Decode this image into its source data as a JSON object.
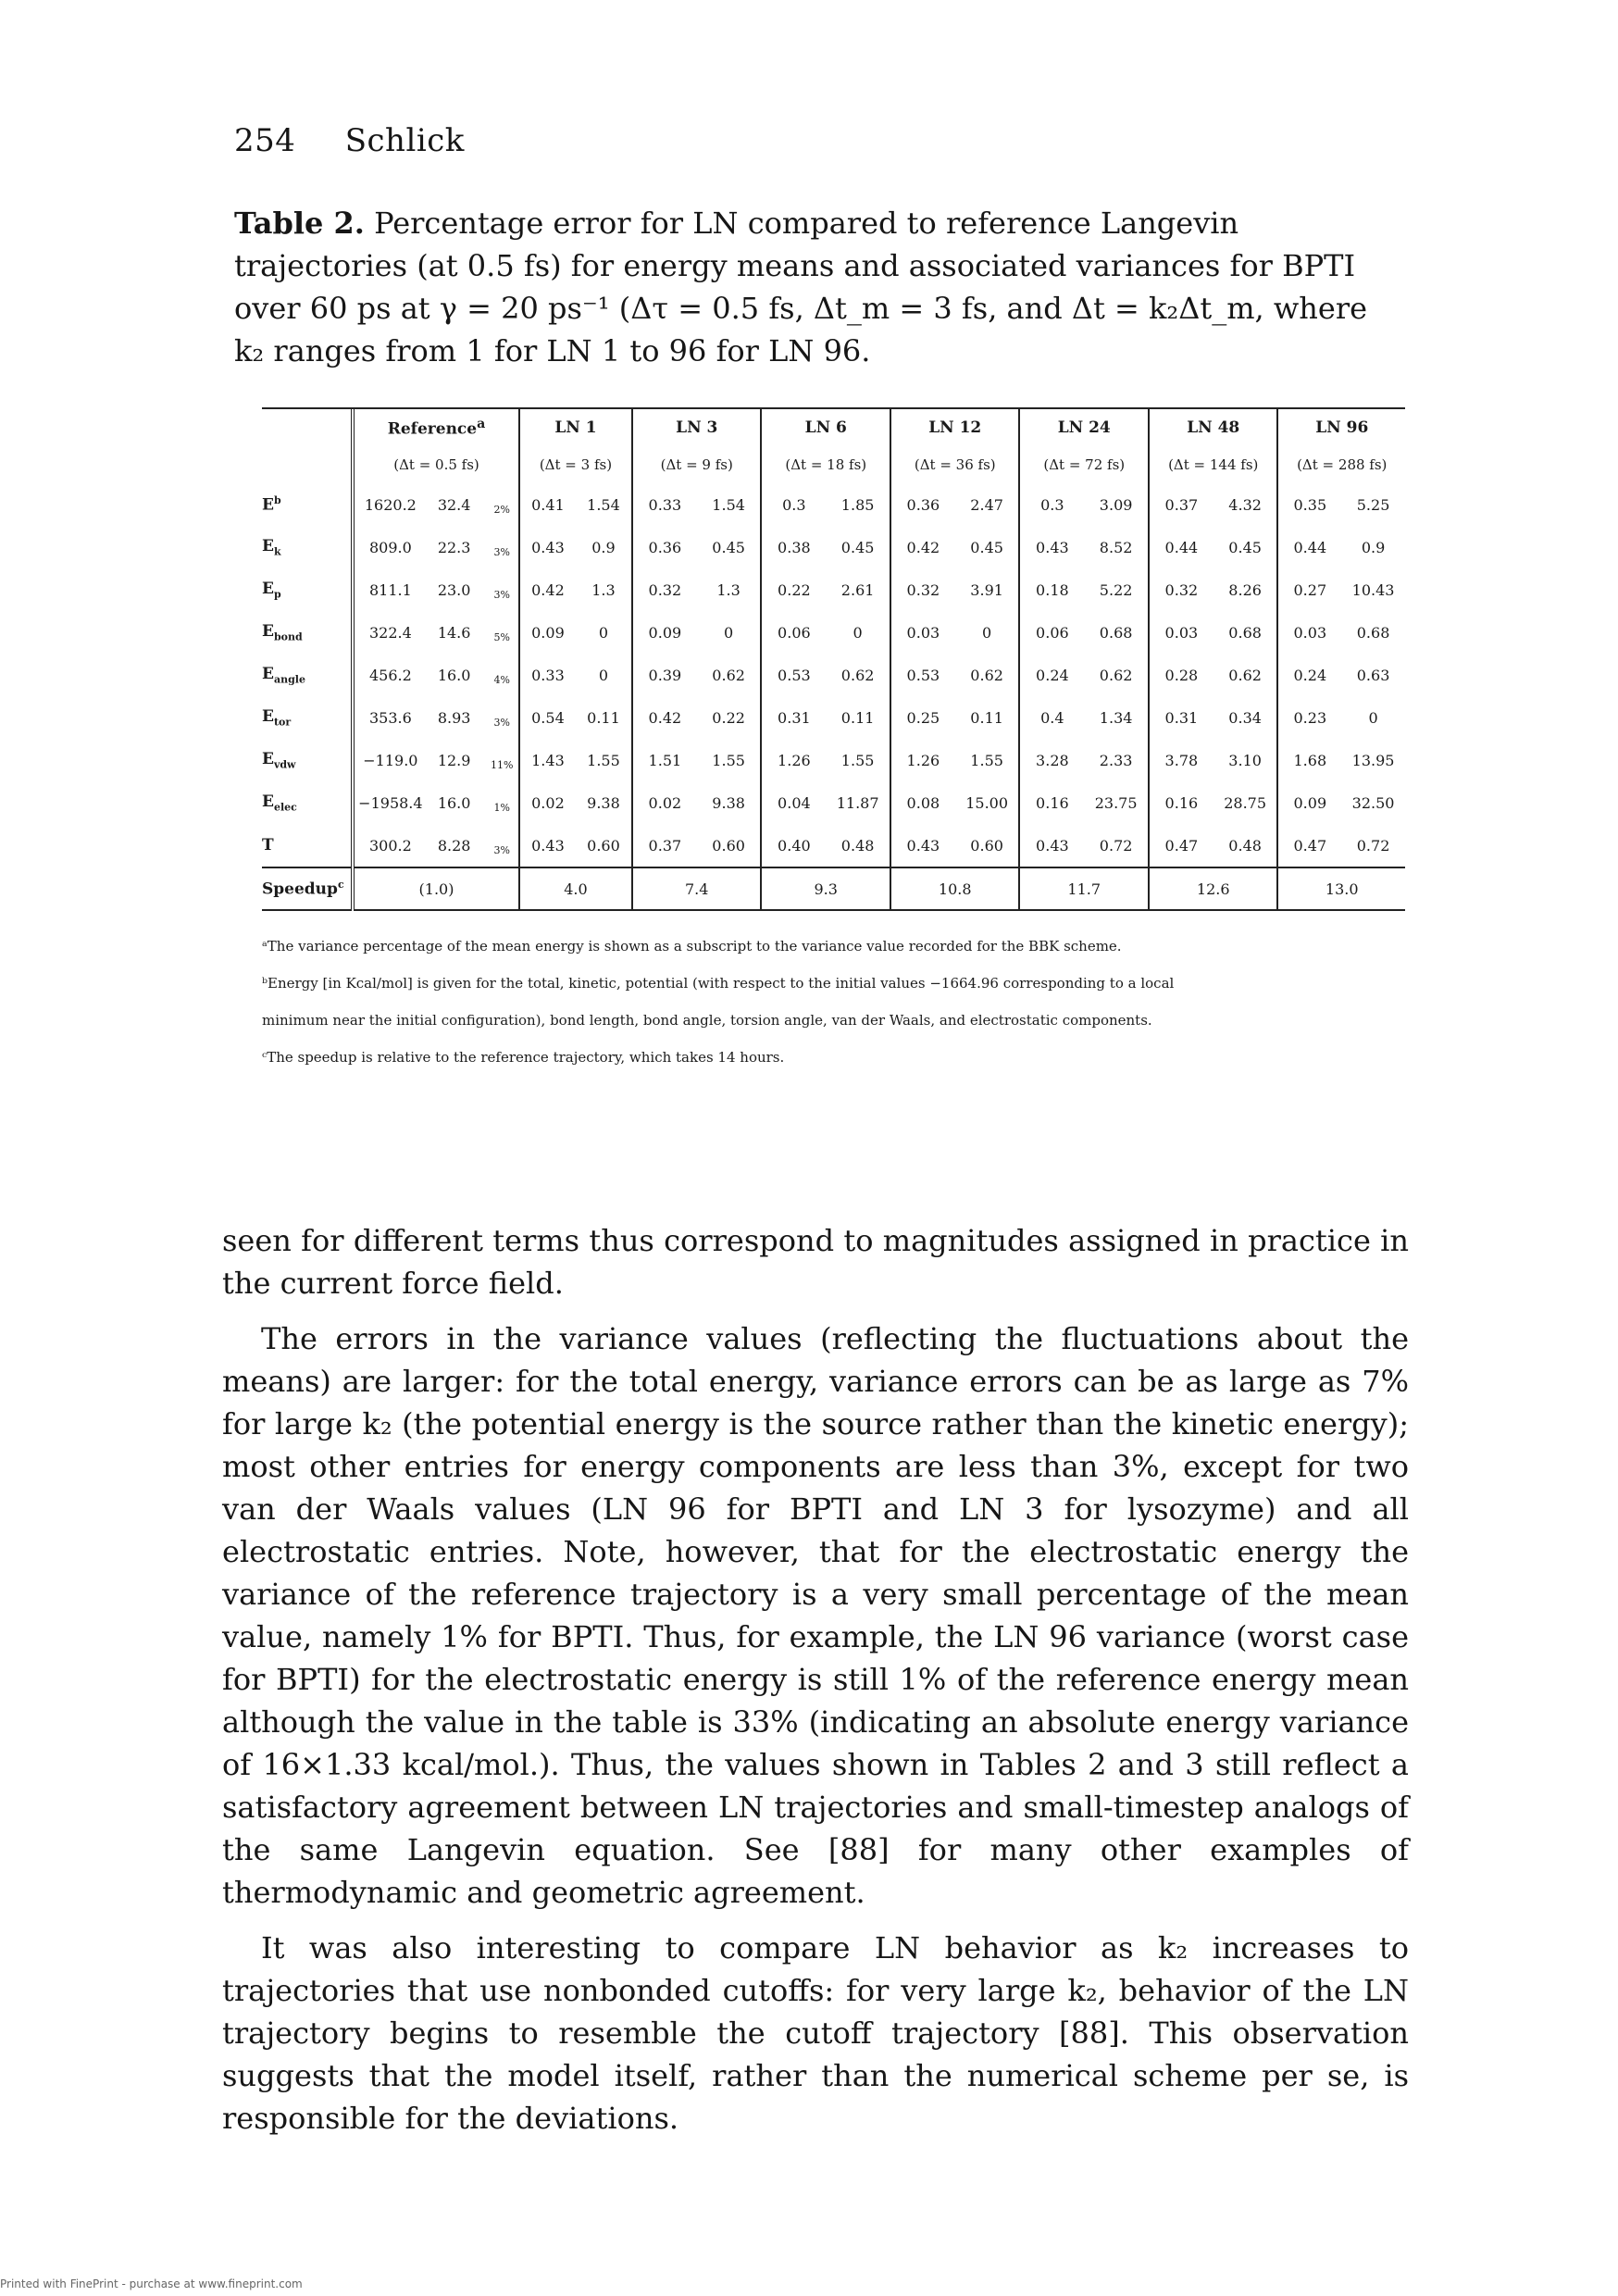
{
  "header": {
    "page_number": "254",
    "author": "Schlick"
  },
  "caption": {
    "label": "Table 2.",
    "text": "Percentage error for LN compared to reference Langevin trajectories (at 0.5 fs) for energy means and associated variances for BPTI over 60 ps at γ = 20 ps⁻¹ (Δτ = 0.5 fs, Δt_m = 3 fs, and Δt = k₂Δt_m, where k₂ ranges from 1 for LN 1 to 96 for LN 96."
  },
  "table": {
    "column_groups": [
      {
        "name": "Reference",
        "mark": "a",
        "dt": "(Δt = 0.5 fs)"
      },
      {
        "name": "LN 1",
        "dt": "(Δt = 3 fs)"
      },
      {
        "name": "LN 3",
        "dt": "(Δt = 9 fs)"
      },
      {
        "name": "LN 6",
        "dt": "(Δt = 18 fs)"
      },
      {
        "name": "LN 12",
        "dt": "(Δt = 36 fs)"
      },
      {
        "name": "LN 24",
        "dt": "(Δt = 72 fs)"
      },
      {
        "name": "LN 48",
        "dt": "(Δt = 144 fs)"
      },
      {
        "name": "LN 96",
        "dt": "(Δt = 288 fs)"
      }
    ],
    "rows": [
      {
        "label": "E",
        "sub": "",
        "sup": "b",
        "ref": [
          "1620.2",
          "32.4",
          "2%"
        ],
        "ln": [
          [
            "0.41",
            "1.54"
          ],
          [
            "0.33",
            "1.54"
          ],
          [
            "0.3",
            "1.85"
          ],
          [
            "0.36",
            "2.47"
          ],
          [
            "0.3",
            "3.09"
          ],
          [
            "0.37",
            "4.32"
          ],
          [
            "0.35",
            "5.25"
          ]
        ]
      },
      {
        "label": "E",
        "sub": "k",
        "sup": "",
        "ref": [
          "809.0",
          "22.3",
          "3%"
        ],
        "ln": [
          [
            "0.43",
            "0.9"
          ],
          [
            "0.36",
            "0.45"
          ],
          [
            "0.38",
            "0.45"
          ],
          [
            "0.42",
            "0.45"
          ],
          [
            "0.43",
            "8.52"
          ],
          [
            "0.44",
            "0.45"
          ],
          [
            "0.44",
            "0.9"
          ]
        ]
      },
      {
        "label": "E",
        "sub": "p",
        "sup": "",
        "ref": [
          "811.1",
          "23.0",
          "3%"
        ],
        "ln": [
          [
            "0.42",
            "1.3"
          ],
          [
            "0.32",
            "1.3"
          ],
          [
            "0.22",
            "2.61"
          ],
          [
            "0.32",
            "3.91"
          ],
          [
            "0.18",
            "5.22"
          ],
          [
            "0.32",
            "8.26"
          ],
          [
            "0.27",
            "10.43"
          ]
        ]
      },
      {
        "label": "E",
        "sub": "bond",
        "sup": "",
        "ref": [
          "322.4",
          "14.6",
          "5%"
        ],
        "ln": [
          [
            "0.09",
            "0"
          ],
          [
            "0.09",
            "0"
          ],
          [
            "0.06",
            "0"
          ],
          [
            "0.03",
            "0"
          ],
          [
            "0.06",
            "0.68"
          ],
          [
            "0.03",
            "0.68"
          ],
          [
            "0.03",
            "0.68"
          ]
        ]
      },
      {
        "label": "E",
        "sub": "angle",
        "sup": "",
        "ref": [
          "456.2",
          "16.0",
          "4%"
        ],
        "ln": [
          [
            "0.33",
            "0"
          ],
          [
            "0.39",
            "0.62"
          ],
          [
            "0.53",
            "0.62"
          ],
          [
            "0.53",
            "0.62"
          ],
          [
            "0.24",
            "0.62"
          ],
          [
            "0.28",
            "0.62"
          ],
          [
            "0.24",
            "0.63"
          ]
        ]
      },
      {
        "label": "E",
        "sub": "tor",
        "sup": "",
        "ref": [
          "353.6",
          "8.93",
          "3%"
        ],
        "ln": [
          [
            "0.54",
            "0.11"
          ],
          [
            "0.42",
            "0.22"
          ],
          [
            "0.31",
            "0.11"
          ],
          [
            "0.25",
            "0.11"
          ],
          [
            "0.4",
            "1.34"
          ],
          [
            "0.31",
            "0.34"
          ],
          [
            "0.23",
            "0"
          ]
        ]
      },
      {
        "label": "E",
        "sub": "vdw",
        "sup": "",
        "ref": [
          "−119.0",
          "12.9",
          "11%"
        ],
        "ln": [
          [
            "1.43",
            "1.55"
          ],
          [
            "1.51",
            "1.55"
          ],
          [
            "1.26",
            "1.55"
          ],
          [
            "1.26",
            "1.55"
          ],
          [
            "3.28",
            "2.33"
          ],
          [
            "3.78",
            "3.10"
          ],
          [
            "1.68",
            "13.95"
          ]
        ]
      },
      {
        "label": "E",
        "sub": "elec",
        "sup": "",
        "ref": [
          "−1958.4",
          "16.0",
          "1%"
        ],
        "ln": [
          [
            "0.02",
            "9.38"
          ],
          [
            "0.02",
            "9.38"
          ],
          [
            "0.04",
            "11.87"
          ],
          [
            "0.08",
            "15.00"
          ],
          [
            "0.16",
            "23.75"
          ],
          [
            "0.16",
            "28.75"
          ],
          [
            "0.09",
            "32.50"
          ]
        ]
      },
      {
        "label": "T",
        "sub": "",
        "sup": "",
        "ref": [
          "300.2",
          "8.28",
          "3%"
        ],
        "ln": [
          [
            "0.43",
            "0.60"
          ],
          [
            "0.37",
            "0.60"
          ],
          [
            "0.40",
            "0.48"
          ],
          [
            "0.43",
            "0.60"
          ],
          [
            "0.43",
            "0.72"
          ],
          [
            "0.47",
            "0.48"
          ],
          [
            "0.47",
            "0.72"
          ]
        ]
      }
    ],
    "speedup": {
      "label": "Speedup",
      "sup": "c",
      "values": [
        "(1.0)",
        "4.0",
        "7.4",
        "9.3",
        "10.8",
        "11.7",
        "12.6",
        "13.0"
      ]
    }
  },
  "footnotes": {
    "a": "ᵃThe variance percentage of the mean energy is shown as a subscript to the variance value recorded for the BBK scheme.",
    "b1": "ᵇEnergy [in Kcal/mol] is given for the total, kinetic, potential (with respect to the initial values −1664.96 corresponding to a local",
    "b2": "minimum near the initial configuration), bond length, bond angle, torsion angle, van der Waals, and electrostatic components.",
    "c": "ᶜThe speedup is relative to the reference trajectory, which takes 14 hours."
  },
  "body": {
    "p1": "seen for different terms thus correspond to magnitudes assigned in practice in the current force field.",
    "p2": "The errors in the variance values (reflecting the fluctuations about the means) are larger: for the total energy, variance errors can be as large as 7% for large k₂ (the potential energy is the source rather than the kinetic energy); most other entries for energy components are less than 3%, except for two van der Waals values (LN 96 for BPTI and LN 3 for lysozyme) and all electrostatic entries. Note, however, that for the electrostatic energy the variance of the reference trajectory is a very small percentage of the mean value, namely 1% for BPTI. Thus, for example, the LN 96 variance (worst case for BPTI) for the electrostatic energy is still 1% of the reference energy mean although the value in the table is 33% (indicating an absolute energy variance of 16×1.33 kcal/mol.). Thus, the values shown in Tables 2 and 3 still reflect a satisfactory agreement between LN trajectories and small-timestep analogs of the same Langevin equation. See [88] for many other examples of thermodynamic and geometric agreement.",
    "p3": "It was also interesting to compare LN behavior as k₂ increases to trajectories that use nonbonded cutoffs: for very large k₂, behavior of the LN trajectory begins to resemble the cutoff trajectory [88]. This observation suggests that the model itself, rather than the numerical scheme per se, is responsible for the deviations."
  },
  "printed_note": "Printed with FinePrint - purchase at www.fineprint.com"
}
